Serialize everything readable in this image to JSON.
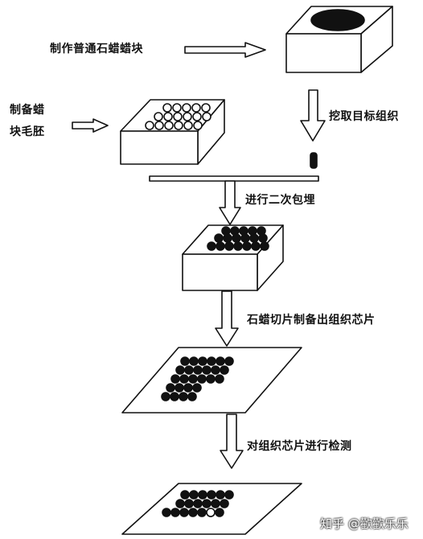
{
  "steps": {
    "make_block": "制作普通石蜡蜡块",
    "recipient_line1": "制备蜡",
    "recipient_line2": "块毛胚",
    "extract_tissue": "挖取目标组织",
    "re_embed": "进行二次包埋",
    "section": "石蜡切片制备出组织芯片",
    "detect": "对组织芯片进行检测"
  },
  "watermark": "知乎 @歡歡乐乐",
  "colors": {
    "ink": "#111111",
    "paper": "#ffffff"
  }
}
